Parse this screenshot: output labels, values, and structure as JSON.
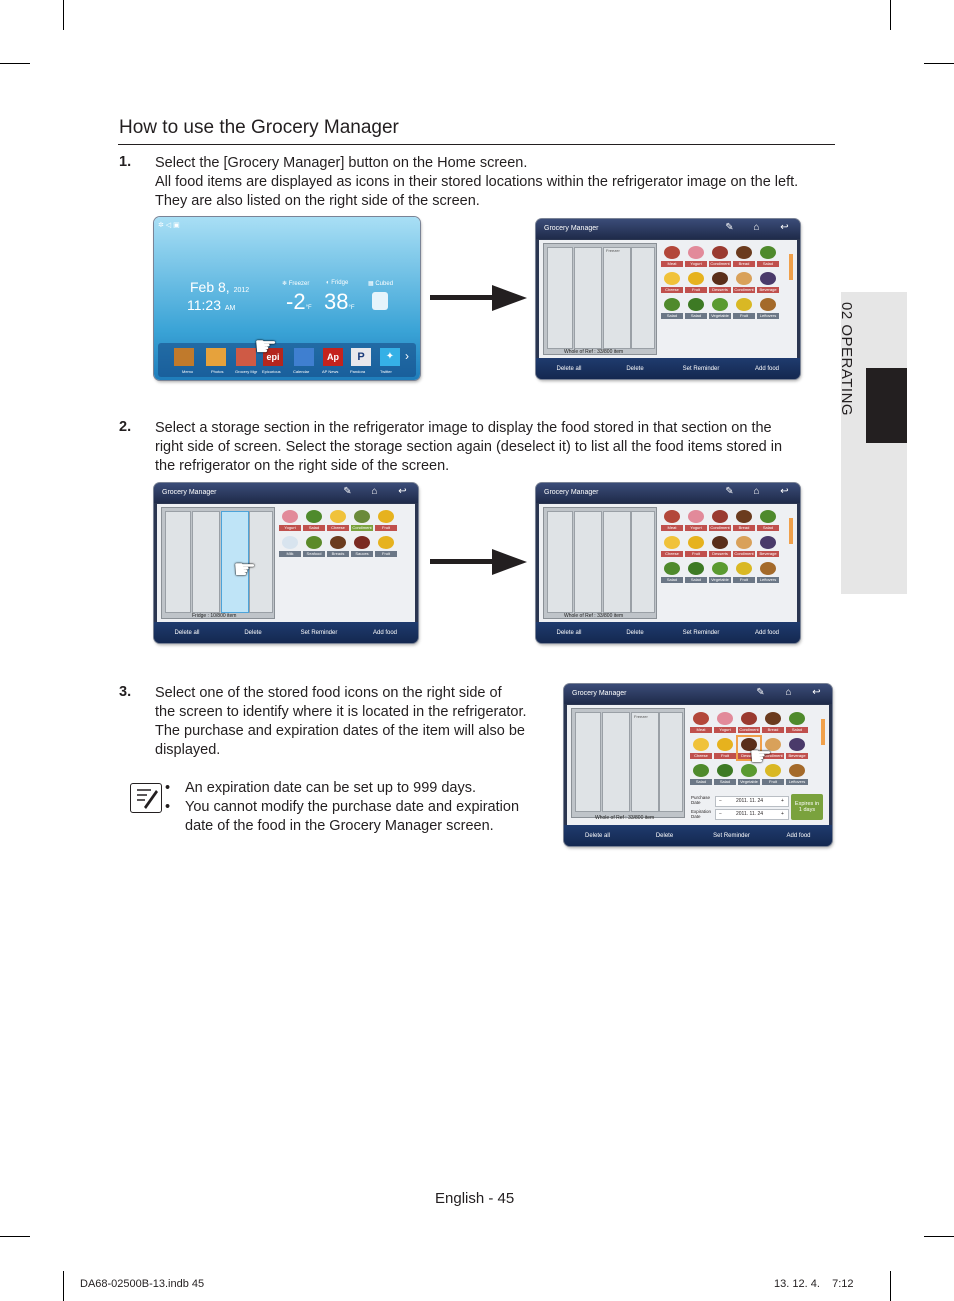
{
  "section_title": "How to use the Grocery Manager",
  "side_tab": {
    "label": "02  OPERATING"
  },
  "steps": [
    {
      "number": "1.",
      "lines": [
        "Select the [Grocery Manager] button on the Home screen.",
        "All food items are displayed as icons in their stored locations within the refrigerator image on the left.",
        "They are also listed on the right side of the screen."
      ]
    },
    {
      "number": "2.",
      "lines": [
        "Select a storage section in the refrigerator image to display the food stored in that section on the",
        "right side of screen. Select the storage section again (deselect it) to list all the food items stored in",
        "the refrigerator on the right side of the screen."
      ]
    },
    {
      "number": "3.",
      "lines": [
        "Select one of the stored food icons on the right side of",
        "the screen to identify where it is located in the refrigerator.",
        "The purchase and expiration dates of the item will also be",
        "displayed."
      ]
    }
  ],
  "notes": [
    {
      "bullet": "•",
      "lines": [
        "An expiration date can be set up to 999 days."
      ]
    },
    {
      "bullet": "•",
      "lines": [
        "You cannot modify the purchase date and expiration",
        "date of the food in the Grocery Manager screen."
      ]
    }
  ],
  "home_screen": {
    "date": "Feb 8,",
    "year": "2012",
    "time": "11:23",
    "ampm": "AM",
    "freezer_label": "Freezer",
    "freezer_temp": "-2",
    "fridge_label": "Fridge",
    "fridge_temp": "38",
    "unit": "°F",
    "ice_label": "Cubed",
    "apps": [
      "Memo",
      "Photos",
      "Grocery Mgr",
      "Epicurious",
      "Calendar",
      "AP News",
      "Pandora",
      "Twitter"
    ],
    "app_icon_letters": [
      "",
      "",
      "",
      "epi",
      "",
      "Ap",
      "P",
      ""
    ]
  },
  "gm": {
    "title": "Grocery Manager",
    "footer": [
      "Delete all",
      "Delete",
      "Set Reminder",
      "Add food"
    ],
    "status_all": "Whole of Ref : 33/800 item",
    "status_fridge": "Fridge : 10/800 item",
    "freezer_tag": "Freezer",
    "grid_all": [
      "Meat",
      "Yogurt",
      "Condiment",
      "Bread",
      "Salad",
      "Cheese",
      "Fruit",
      "Desserts",
      "Condiment",
      "Beverage",
      "Salad",
      "Salad",
      "Vegetable",
      "Fruit",
      "Leftovers"
    ],
    "grid_fridge": [
      "Yogurt",
      "Salad",
      "Cheese",
      "Condiment",
      "Fruit",
      "Milk",
      "Seafood",
      "Breads",
      "Sauces",
      "Fruit"
    ],
    "purchase_label": "Purchase Date",
    "expiration_label": "Expiration Date",
    "purchase_date": "2011. 11. 24",
    "expiration_date": "2011. 11. 24",
    "expires_line1": "Expires in",
    "expires_line2": "1 days"
  },
  "footer_text": "English - 45",
  "imprint": {
    "file": "DA68-02500B-13.indb   45",
    "date": "13. 12. 4.      7:12"
  }
}
